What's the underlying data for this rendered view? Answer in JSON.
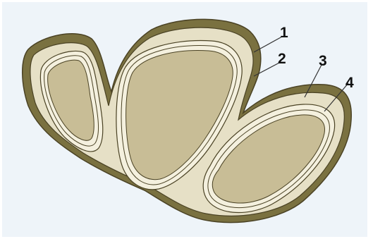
{
  "colors": {
    "background": "#eef4f9",
    "outer_rind": "#7a7140",
    "outer_rind_dark": "#5c5430",
    "matrix": "#e6e0c6",
    "membrane_line": "#4a4224",
    "membrane_fill": "#f4f0de",
    "core": "#c8bd96",
    "leader_line": "#333333"
  },
  "labels": [
    {
      "id": "1",
      "text": "1"
    },
    {
      "id": "2",
      "text": "2"
    },
    {
      "id": "3",
      "text": "3"
    },
    {
      "id": "4",
      "text": "4"
    }
  ]
}
